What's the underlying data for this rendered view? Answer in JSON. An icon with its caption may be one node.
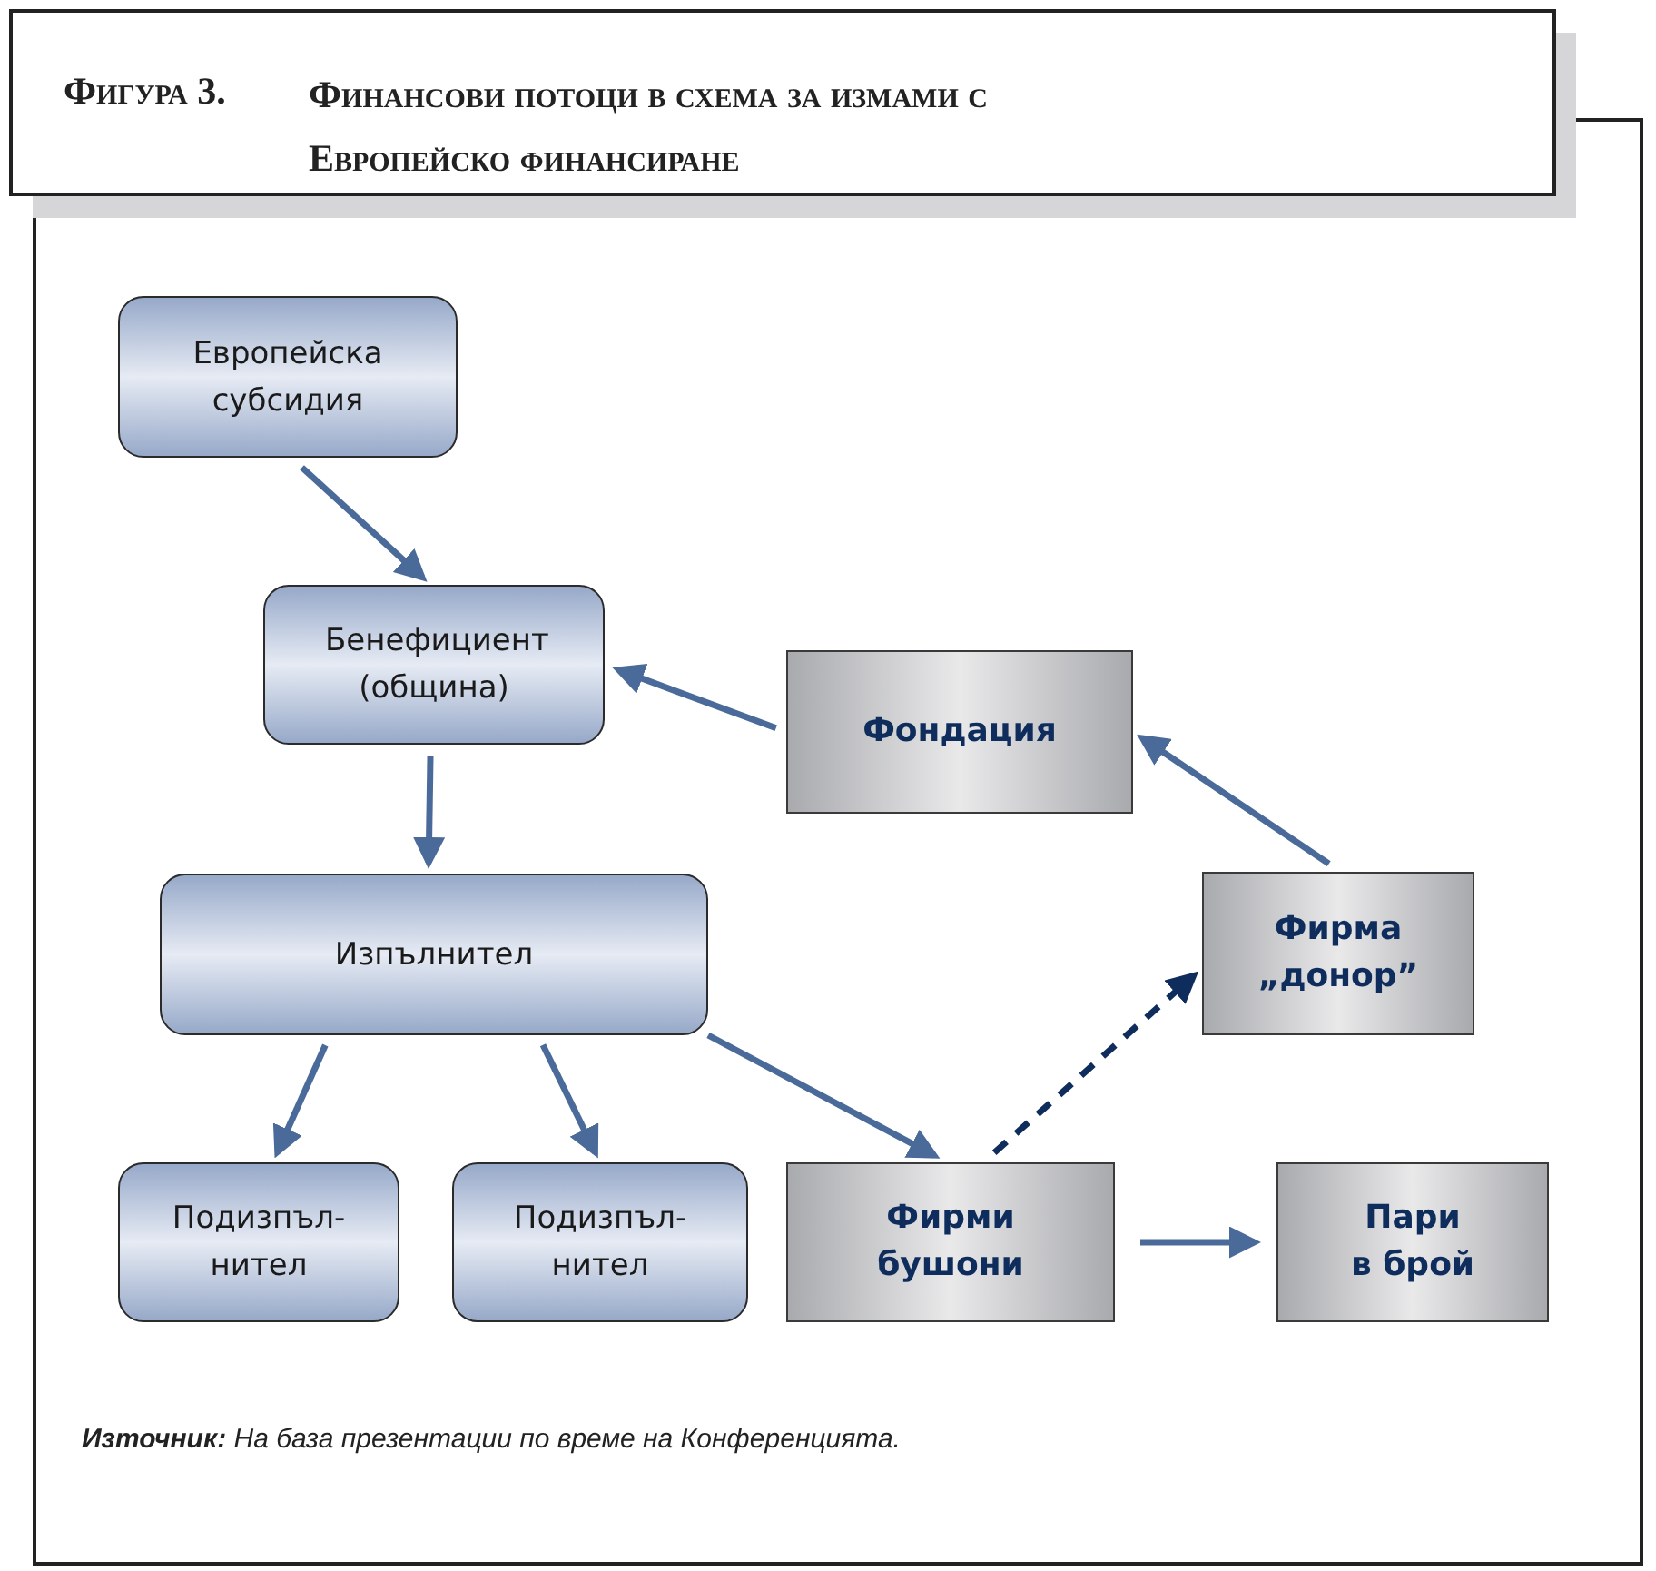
{
  "diagram": {
    "title": "Финансови потоци в схема за измами с Европейско финансиране",
    "caption": "**Източник:** На база презентации по време на Конференцията.",
    "labels": [
      "Фигура 3."
    ],
    "nodes": [
      {
        "text": [
          "Европейска субсидия"
        ]
      },
      {
        "text": [
          "Бенефициент (община)"
        ]
      },
      {
        "text": [
          "Изпълнител"
        ]
      },
      {
        "text": [
          "Подизпъл- нител"
        ]
      },
      {
        "text": [
          "Подизпъл- нител"
        ]
      },
      {
        "text": [
          "Фондация"
        ]
      },
      {
        "text": [
          "Фирма „донор”"
        ]
      },
      {
        "text": [
          "Фирми бушони"
        ]
      },
      {
        "text": [
          "Пари в брой"
        ]
      }
    ],
    "edges": [
      {
        "from": 0,
        "to": 1,
        "arrow": "to"
      },
      {
        "from": 5,
        "to": 1,
        "arrow": "to"
      },
      {
        "from": 1,
        "to": 2,
        "arrow": "to"
      },
      {
        "from": 2,
        "to": 3,
        "arrow": "to"
      },
      {
        "from": 2,
        "to": 4,
        "arrow": "to"
      },
      {
        "from": 2,
        "to": 7,
        "arrow": "to"
      },
      {
        "from": 7,
        "to": 6,
        "arrow": "to",
        "style": "dashed",
        "color": "#0e2c5c"
      },
      {
        "from": 6,
        "to": 5,
        "arrow": "to"
      },
      {
        "from": 7,
        "to": 8,
        "arrow": "to"
      }
    ]
  }
}
